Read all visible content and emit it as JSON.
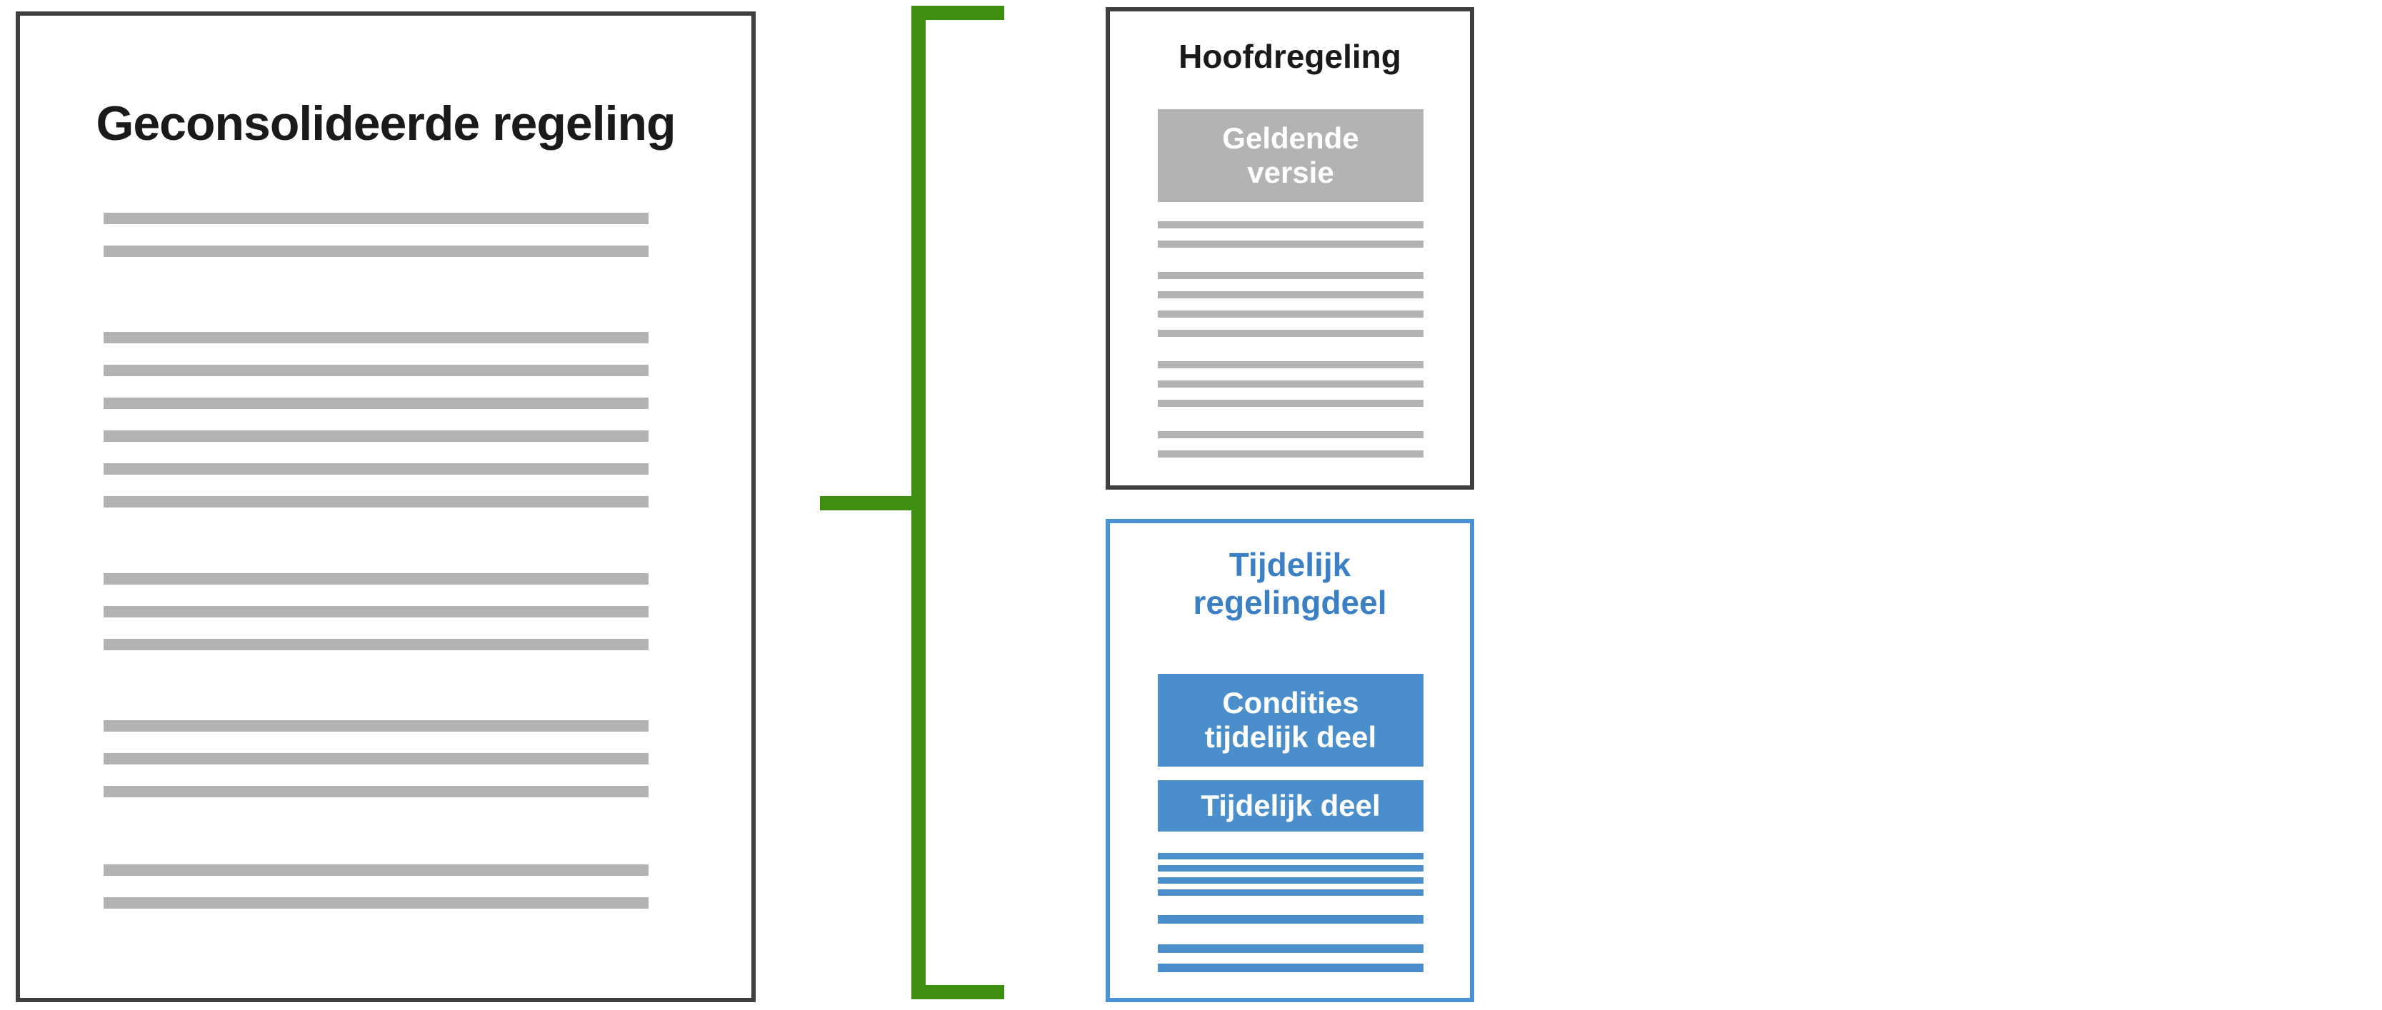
{
  "colors": {
    "dark": "#3f3f3f",
    "gray": "#b3b3b3",
    "green": "#3e8e0f",
    "blue": "#4a8fcb",
    "blue-border": "#4a90d6",
    "blue-text": "#3b7fc4",
    "text": "#1a1a1a"
  },
  "left_document": {
    "title": "Geconsolideerde regeling",
    "line_groups": [
      {
        "count": 2,
        "thickness": 16,
        "gap": 30,
        "margin_top": 0
      },
      {
        "count": 6,
        "thickness": 16,
        "gap": 30,
        "margin_top": 105
      },
      {
        "count": 3,
        "thickness": 16,
        "gap": 30,
        "margin_top": 92
      },
      {
        "count": 3,
        "thickness": 16,
        "gap": 30,
        "margin_top": 98
      },
      {
        "count": 2,
        "thickness": 16,
        "gap": 30,
        "margin_top": 94
      }
    ]
  },
  "hoofdregeling": {
    "title": "Hoofdregeling",
    "badge": "Geldende versie",
    "line_groups": [
      {
        "count": 2,
        "thickness": 10,
        "gap": 17,
        "margin_top": 0
      },
      {
        "count": 4,
        "thickness": 10,
        "gap": 17,
        "margin_top": 34
      },
      {
        "count": 3,
        "thickness": 10,
        "gap": 17,
        "margin_top": 34
      },
      {
        "count": 2,
        "thickness": 10,
        "gap": 17,
        "margin_top": 34
      }
    ]
  },
  "tijdelijk_regelingdeel": {
    "title": "Tijdelijk regelingdeel",
    "badge_condities": "Condities tijdelijk deel",
    "badge_tijdelijk": "Tijdelijk deel",
    "line_groups": [
      {
        "count": 4,
        "thickness": 9,
        "gap": 8,
        "margin_top": 0
      },
      {
        "count": 1,
        "thickness": 12,
        "gap": 0,
        "margin_top": 27
      },
      {
        "count": 2,
        "thickness": 12,
        "gap": 15,
        "margin_top": 29
      }
    ]
  }
}
